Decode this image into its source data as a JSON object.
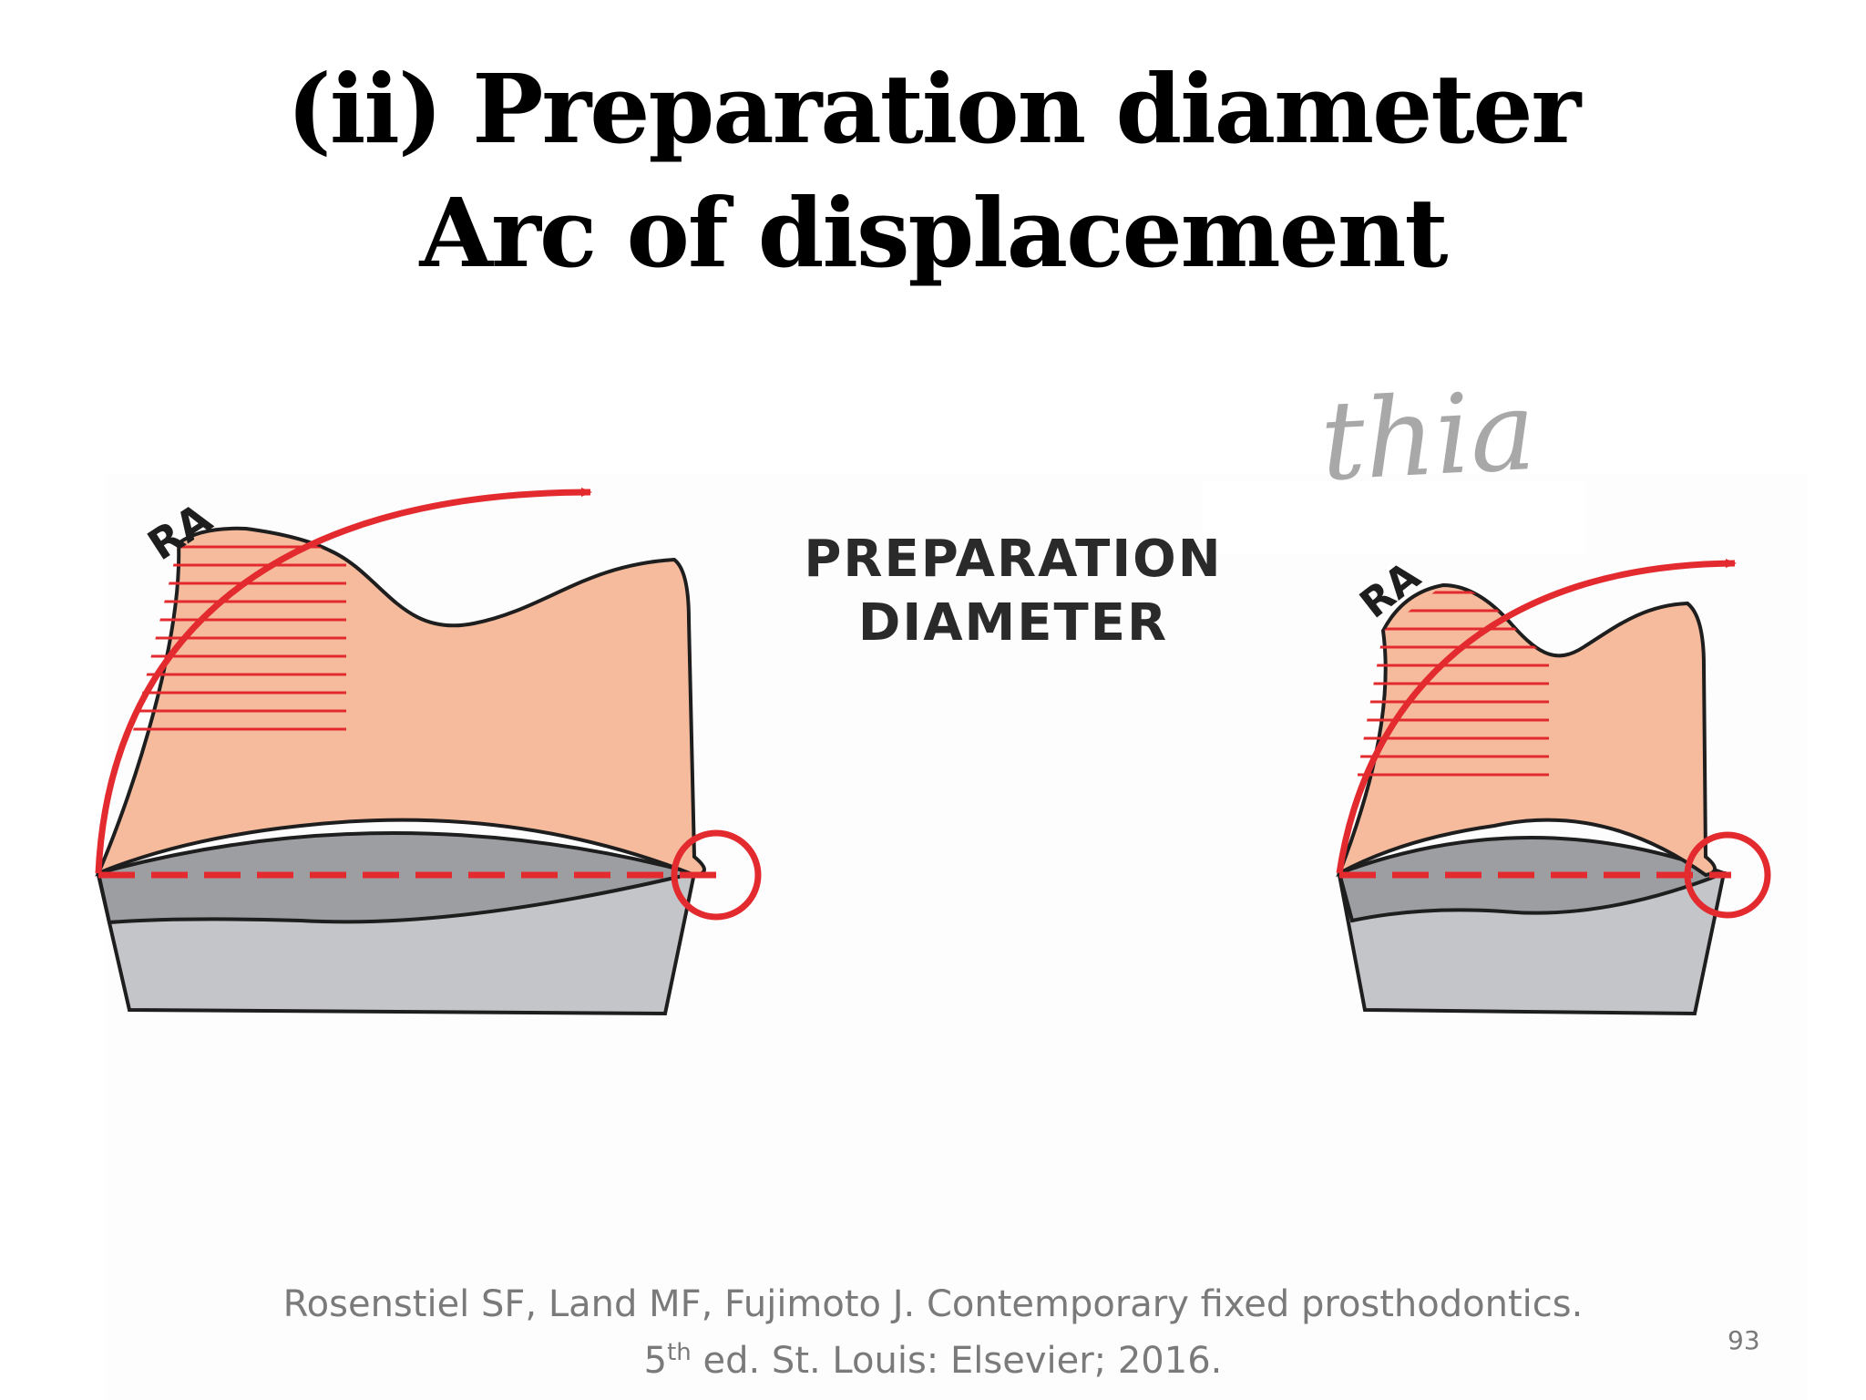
{
  "slide": {
    "title_line1": "(ii) Preparation diameter",
    "title_line2": "Arc of displacement",
    "figure_label_line1": "PREPARATION",
    "figure_label_line2": "DIAMETER",
    "left_tooth_label": "RA",
    "right_tooth_label": "RA",
    "watermark_text": "thia",
    "citation_line1": "Rosenstiel SF, Land MF, Fujimoto J. Contemporary fixed prosthodontics.",
    "citation_ordinal": "5",
    "citation_ordinal_suffix": "th",
    "citation_line2_rest": " ed. St. Louis: Elsevier; 2016.",
    "page_number": "93"
  },
  "colors": {
    "tooth_fill": "#f6bb9d",
    "gingiva_fill": "#9d9ea2",
    "bone_fill": "#c4c5c9",
    "accent_red": "#e32b2f",
    "outline": "#1e1e1e",
    "citation_text": "#7a7a7a"
  }
}
